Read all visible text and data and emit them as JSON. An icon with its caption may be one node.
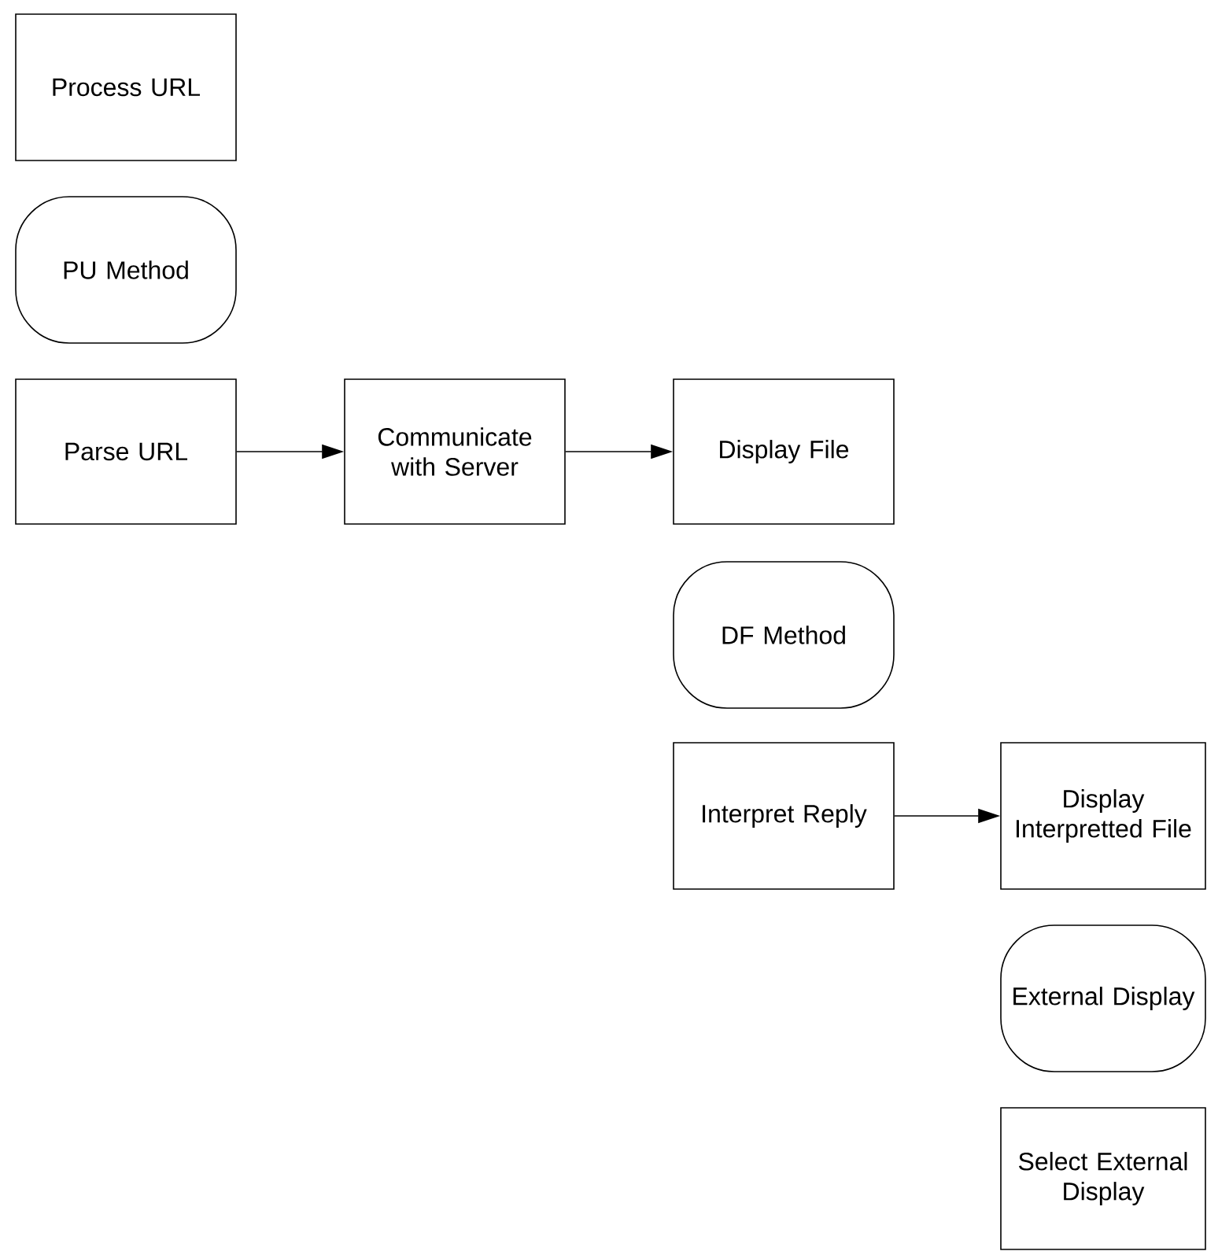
{
  "diagram": {
    "nodes": [
      {
        "text": [
          "Process URL"
        ]
      },
      {
        "text": [
          "PU Method"
        ]
      },
      {
        "text": [
          "Parse URL"
        ]
      },
      {
        "text": [
          "Communicate with Server"
        ]
      },
      {
        "text": [
          "Display File"
        ]
      },
      {
        "text": [
          "DF Method"
        ]
      },
      {
        "text": [
          "Interpret Reply"
        ]
      },
      {
        "text": [
          "Display Interpretted File"
        ]
      },
      {
        "text": [
          "External Display"
        ]
      },
      {
        "text": [
          "Select External Display"
        ]
      }
    ],
    "edges": [
      {
        "from": 2,
        "to": 3,
        "arrow": "to"
      },
      {
        "from": 3,
        "to": 4,
        "arrow": "to"
      },
      {
        "from": 6,
        "to": 7,
        "arrow": "to"
      }
    ]
  }
}
